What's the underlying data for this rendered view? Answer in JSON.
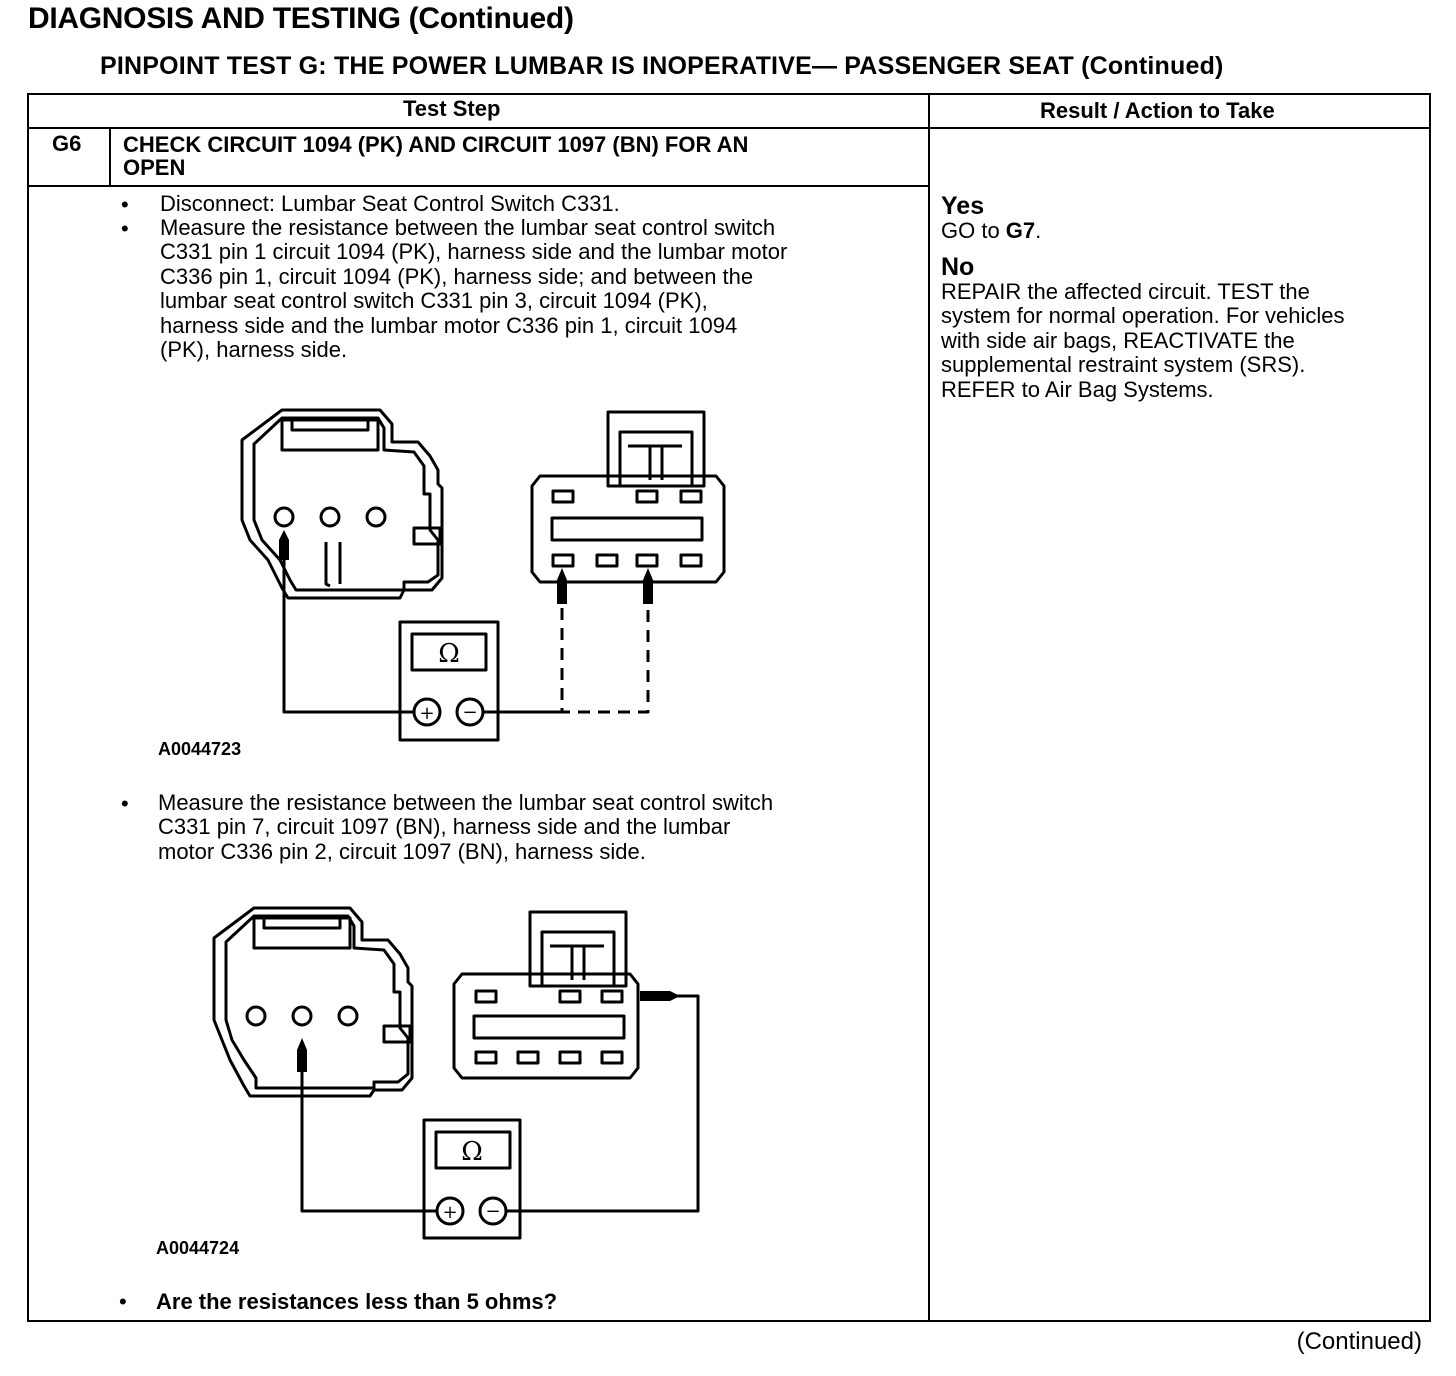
{
  "header": {
    "page_title": "DIAGNOSIS AND TESTING (Continued)",
    "sub_title": "PINPOINT TEST G: THE POWER LUMBAR IS INOPERATIVE— PASSENGER SEAT (Continued)"
  },
  "table": {
    "col_test_step": "Test Step",
    "col_result": "Result / Action to Take",
    "step": {
      "id": "G6",
      "title_line1": "CHECK CIRCUIT 1094 (PK) AND CIRCUIT 1097 (BN) FOR AN",
      "title_line2": "OPEN",
      "bullet_symbol": "•",
      "b1": "Disconnect: Lumbar Seat Control Switch C331.",
      "b2_lines": [
        "Measure the resistance between the lumbar seat control switch",
        "C331 pin 1 circuit 1094 (PK), harness side and the lumbar motor",
        "C336 pin 1, circuit 1094 (PK), harness side; and between the",
        "lumbar seat control switch C331 pin 3, circuit 1094 (PK),",
        "harness side and the lumbar motor C336 pin 1, circuit 1094",
        "(PK), harness side."
      ],
      "fig1_id": "A0044723",
      "b3_lines": [
        "Measure the resistance between the lumbar seat control switch",
        "C331 pin 7, circuit 1097 (BN), harness side and the lumbar",
        "motor C336 pin 2, circuit 1097 (BN), harness side."
      ],
      "fig2_id": "A0044724",
      "question": "Are the resistances less than 5 ohms?"
    },
    "result": {
      "yes_label": "Yes",
      "yes_prefix": "GO to ",
      "yes_target": "G7",
      "yes_suffix": ".",
      "no_label": "No",
      "no_lines": [
        "REPAIR the affected circuit. TEST the",
        "system for normal operation. For vehicles",
        "with side air bags, REACTIVATE the",
        "supplemental restraint system (SRS).",
        "REFER to Air Bag Systems."
      ]
    }
  },
  "meter": {
    "symbol": "Ω",
    "plus": "+",
    "minus": "−"
  },
  "footer": {
    "continued": "(Continued)"
  }
}
